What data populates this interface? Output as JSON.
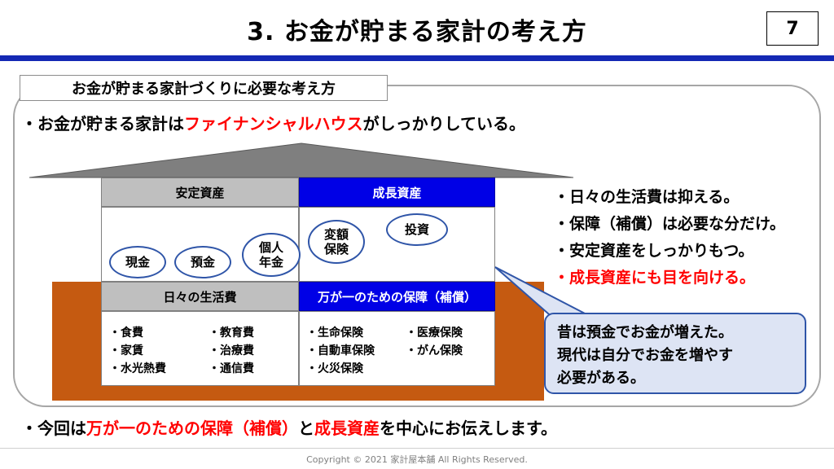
{
  "header": {
    "title": "3. お金が貯まる家計の考え方",
    "page_number": "7"
  },
  "panel": {
    "tab_label": "お金が貯まる家計づくりに必要な考え方",
    "line1": {
      "prefix": "・お金が貯まる家計は",
      "highlight": "ファイナンシャルハウス",
      "suffix": "がしっかりしている。"
    }
  },
  "house": {
    "stable_assets": {
      "header": "安定資産",
      "items": [
        "現金",
        "預金",
        "個人\n年金"
      ]
    },
    "growth_assets": {
      "header": "成長資産",
      "items": [
        "変額\n保険",
        "投資"
      ]
    },
    "living_costs": {
      "header": "日々の生活費",
      "col1": [
        "・食費",
        "・家賃",
        "・水光熱費"
      ],
      "col2": [
        "・教育費",
        "・治療費",
        "・通信費"
      ]
    },
    "protection": {
      "header": "万が一のための保障（補償）",
      "col1": [
        "・生命保険",
        "・自動車保険",
        "・火災保険"
      ],
      "col2": [
        "・医療保険",
        "・がん保険"
      ]
    }
  },
  "side_bullets": [
    "・日々の生活費は抑える。",
    "・保障（補償）は必要な分だけ。",
    "・安定資産をしっかりもつ。",
    "・成長資産にも目を向ける。"
  ],
  "callout": {
    "lines": [
      "昔は預金でお金が増えた。",
      "現代は自分でお金を増やす",
      "必要がある。"
    ]
  },
  "bottom_line": {
    "prefix": "・今回は",
    "highlight1": "万が一のための保障（補償）",
    "middle": "と",
    "highlight2": "成長資産",
    "suffix": "を中心にお伝えします。"
  },
  "footer": {
    "copyright": "Copyright © 2021 家計屋本舗 All Rights Reserved."
  },
  "colors": {
    "accent_blue": "#1428b4",
    "header_blue": "#0000e6",
    "ground": "#c55a11",
    "highlight_red": "#ff0000",
    "oval_border": "#2f55a8"
  }
}
